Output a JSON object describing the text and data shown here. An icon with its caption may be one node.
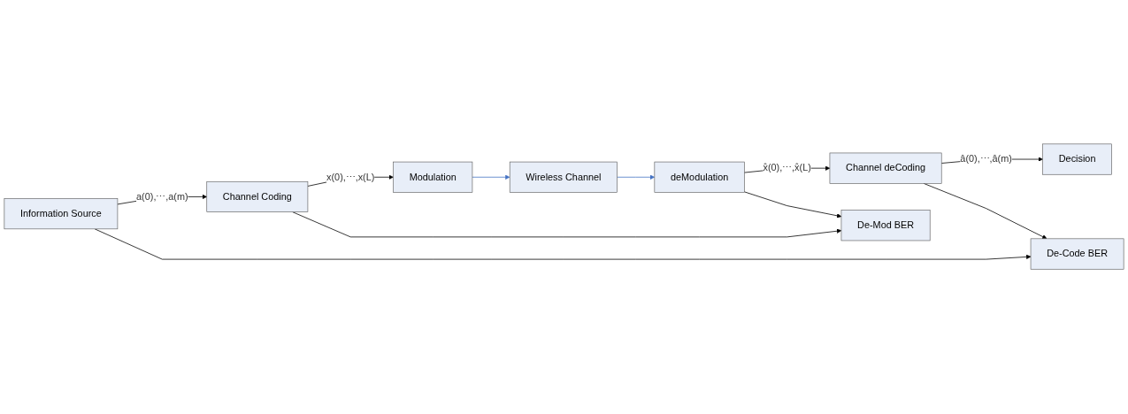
{
  "diagram": {
    "nodes": [
      {
        "text": [
          "Information Source"
        ]
      },
      {
        "text": [
          "Channel Coding"
        ]
      },
      {
        "text": [
          "Modulation"
        ]
      },
      {
        "text": [
          "De-Code BER"
        ]
      },
      {
        "text": [
          "De-Mod BER"
        ]
      },
      {
        "text": [
          "Wireless Channel"
        ]
      },
      {
        "text": [
          "Decision"
        ]
      },
      {
        "text": [
          "Channel deCoding"
        ]
      },
      {
        "text": [
          "deModulation"
        ]
      }
    ],
    "edges": [
      {
        "from": 0,
        "to": 1,
        "arrow": "to",
        "label": "a(0),⋯,a(m)"
      },
      {
        "from": 0,
        "to": 3,
        "arrow": "to"
      },
      {
        "from": 1,
        "to": 2,
        "arrow": "to",
        "label": "x(0),⋯,x(L)"
      },
      {
        "from": 1,
        "to": 4,
        "arrow": "to"
      },
      {
        "from": 2,
        "to": 5,
        "arrow": "to",
        "color": "#4472c4"
      },
      {
        "from": 5,
        "to": 8,
        "arrow": "to",
        "color": "#4472c4"
      },
      {
        "from": 8,
        "to": 7,
        "arrow": "to",
        "label": "x̂(0),⋯,x̂(L)"
      },
      {
        "from": 8,
        "to": 4,
        "arrow": "to"
      },
      {
        "from": 7,
        "to": 6,
        "arrow": "to",
        "label": "â(0),⋯,â(m)"
      },
      {
        "from": 7,
        "to": 3,
        "arrow": "to"
      }
    ]
  }
}
